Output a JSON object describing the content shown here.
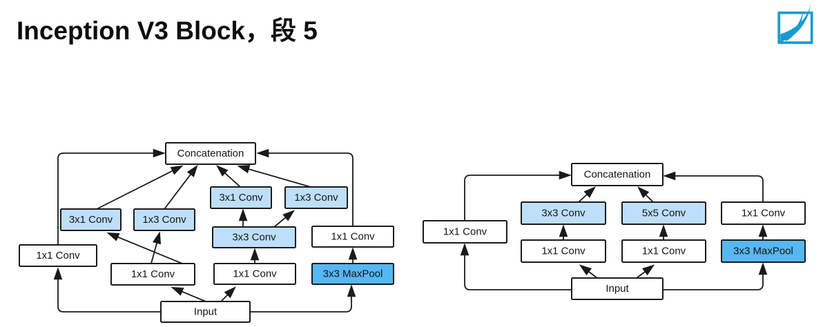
{
  "title": "Inception V3 Block，段 5",
  "colors": {
    "white_node": "#ffffff",
    "light_blue": "#bddffa",
    "mid_blue": "#57b7f1",
    "stroke": "#1a1a1a",
    "logo_blue": "#1b9ad2"
  },
  "left_diagram": {
    "nodes": [
      {
        "label": "Concatenation"
      },
      {
        "label": "3x1 Conv"
      },
      {
        "label": "1x3 Conv"
      },
      {
        "label": "3x1 Conv"
      },
      {
        "label": "1x3 Conv"
      },
      {
        "label": "3x3 Conv"
      },
      {
        "label": "1x1 Conv"
      },
      {
        "label": "1x1 Conv"
      },
      {
        "label": "1x1 Conv"
      },
      {
        "label": "1x1 Conv"
      },
      {
        "label": "3x3 MaxPool"
      },
      {
        "label": "Input"
      }
    ]
  },
  "right_diagram": {
    "nodes": [
      {
        "label": "Concatenation"
      },
      {
        "label": "1x1 Conv"
      },
      {
        "label": "3x3 Conv"
      },
      {
        "label": "1x1 Conv"
      },
      {
        "label": "5x5 Conv"
      },
      {
        "label": "1x1 Conv"
      },
      {
        "label": "1x1 Conv"
      },
      {
        "label": "3x3 MaxPool"
      },
      {
        "label": "Input"
      }
    ]
  }
}
